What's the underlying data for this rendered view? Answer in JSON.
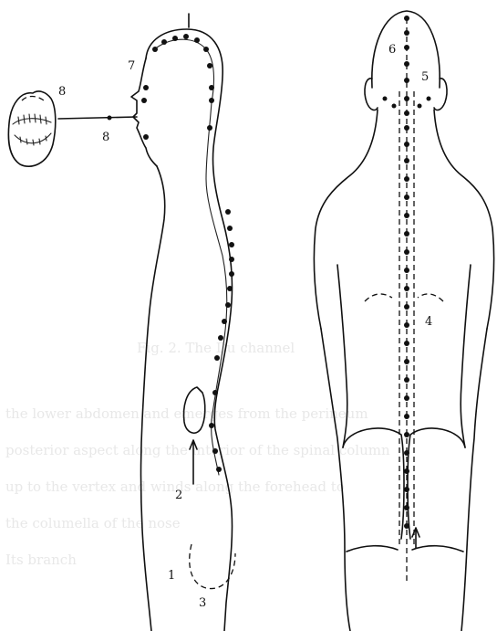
{
  "figure": {
    "labels": {
      "l1": "1",
      "l2": "2",
      "l3": "3",
      "l4": "4",
      "l5": "5",
      "l6": "6",
      "l7": "7",
      "l8a": "8",
      "l8b": "8"
    },
    "bleed_through_text": [
      "Fig. 2. The Du channel",
      "the lower abdomen and emerges from the perineum",
      "posterior aspect along the interior of the spinal column",
      "up to the vertex and winds along the forehead to",
      "the columella of the nose",
      "Its branch"
    ]
  }
}
